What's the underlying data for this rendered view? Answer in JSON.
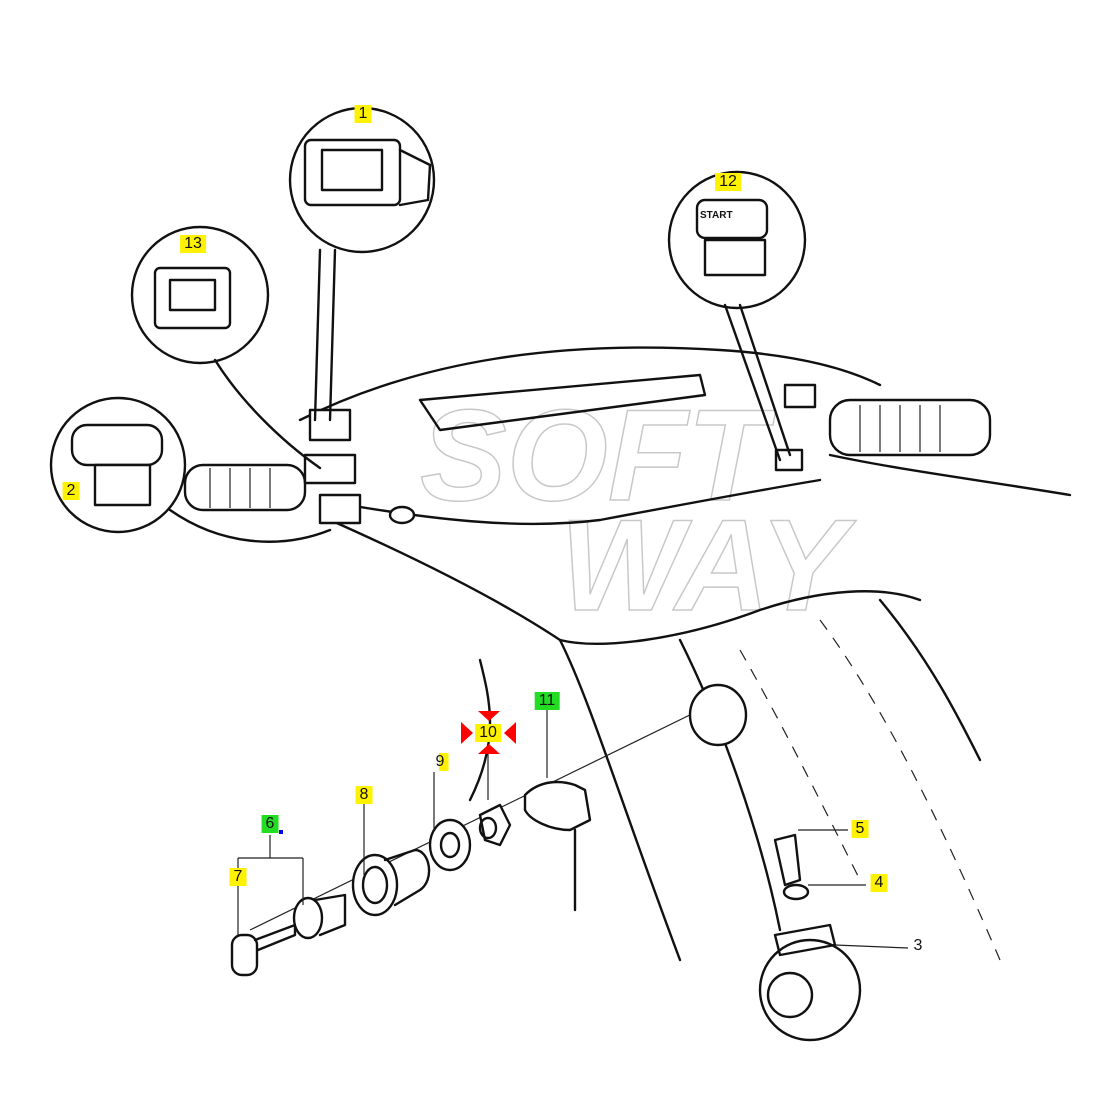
{
  "diagram": {
    "watermark": [
      "SOFT",
      "WAY"
    ],
    "button_text": "START",
    "labels": [
      {
        "id": "1",
        "text": "1",
        "highlight": "yellow"
      },
      {
        "id": "2",
        "text": "2",
        "highlight": "yellow"
      },
      {
        "id": "3",
        "text": "3",
        "highlight": "none"
      },
      {
        "id": "4",
        "text": "4",
        "highlight": "yellow"
      },
      {
        "id": "5",
        "text": "5",
        "highlight": "yellow"
      },
      {
        "id": "6",
        "text": "6",
        "highlight": "green"
      },
      {
        "id": "7",
        "text": "7",
        "highlight": "yellow"
      },
      {
        "id": "8",
        "text": "8",
        "highlight": "yellow"
      },
      {
        "id": "9",
        "text": "9",
        "highlight": "yellow"
      },
      {
        "id": "10",
        "text": "10",
        "highlight": "yellow",
        "selected": true
      },
      {
        "id": "11",
        "text": "11",
        "highlight": "green"
      },
      {
        "id": "12",
        "text": "12",
        "highlight": "yellow"
      },
      {
        "id": "13",
        "text": "13",
        "highlight": "yellow"
      }
    ],
    "colors": {
      "yellow": "#fff200",
      "green": "#22dd22",
      "selection": "#ff0000",
      "marker": "#0000ff"
    }
  }
}
